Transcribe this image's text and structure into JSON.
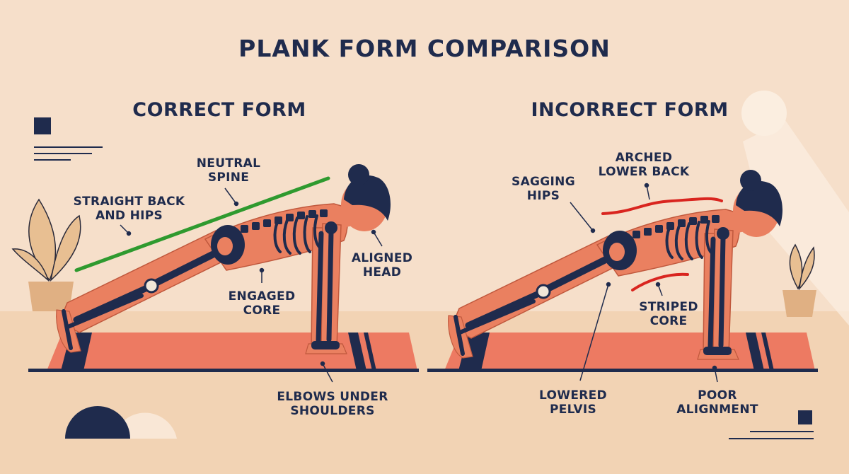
{
  "title": "PLANK FORM COMPARISON",
  "panels": {
    "correct": {
      "heading": "CORRECT FORM",
      "labels": {
        "neutral_spine": "NEUTRAL\nSPINE",
        "straight_back": "STRAIGHT BACK\nAND HIPS",
        "aligned_head": "ALIGNED\nHEAD",
        "engaged_core": "ENGAGED\nCORE",
        "elbows": "ELBOWS UNDER\nSHOULDERS"
      }
    },
    "incorrect": {
      "heading": "INCORRECT FORM",
      "labels": {
        "arched_back": "ARCHED\nLOWER BACK",
        "sagging_hips": "SAGGING\nHIPS",
        "striped_core": "STRIPED\nCORE",
        "lowered_pelvis": "LOWERED\nPELVIS",
        "poor_alignment": "POOR\nALIGNMENT"
      }
    }
  },
  "colors": {
    "background": "#f6dfca",
    "floor": "#f2d3b4",
    "navy": "#1f2b4d",
    "skin": "#ea8060",
    "mat": "#ed7a62",
    "good_line": "#2f9a2f",
    "bad_line": "#d9251f",
    "plant": "#e0b083"
  }
}
